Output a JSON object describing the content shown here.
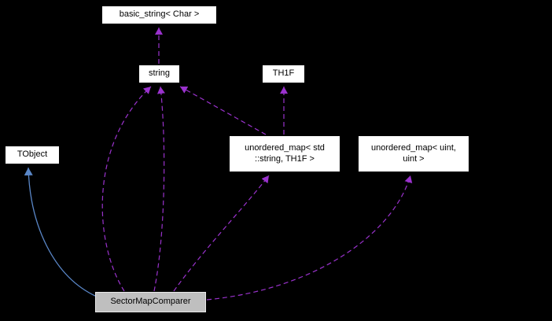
{
  "diagram": {
    "type": "doxygen-collaboration-graph",
    "selected_node": "SectorMapComparer",
    "colors": {
      "background": "#000000",
      "node_fill": "#ffffff",
      "node_border": "#000000",
      "selected_node_fill": "#bfbfbf",
      "text": "#000000",
      "usage_edge": "#9a32cd",
      "inheritance_edge": "#5a87c8"
    },
    "nodes": {
      "basic_string": {
        "label": "basic_string< Char >"
      },
      "string": {
        "label": "string"
      },
      "th1f": {
        "label": "TH1F"
      },
      "tobject": {
        "label": "TObject"
      },
      "map_string_th1f": {
        "label": "unordered_map< std\n::string, TH1F >"
      },
      "map_uint_uint": {
        "label": "unordered_map< uint,\nuint >"
      },
      "sector_map_comparer": {
        "label": "SectorMapComparer"
      }
    },
    "edges": [
      {
        "from": "string",
        "to": "basic_string",
        "kind": "usage-dashed"
      },
      {
        "from": "map_string_th1f",
        "to": "string",
        "kind": "usage-dashed"
      },
      {
        "from": "map_string_th1f",
        "to": "th1f",
        "kind": "usage-dashed"
      },
      {
        "from": "sector_map_comparer",
        "to": "string",
        "kind": "usage-dashed"
      },
      {
        "from": "sector_map_comparer",
        "to": "string",
        "kind": "usage-dashed"
      },
      {
        "from": "sector_map_comparer",
        "to": "map_string_th1f",
        "kind": "usage-dashed"
      },
      {
        "from": "sector_map_comparer",
        "to": "map_uint_uint",
        "kind": "usage-dashed"
      },
      {
        "from": "sector_map_comparer",
        "to": "tobject",
        "kind": "inheritance-solid"
      }
    ]
  }
}
